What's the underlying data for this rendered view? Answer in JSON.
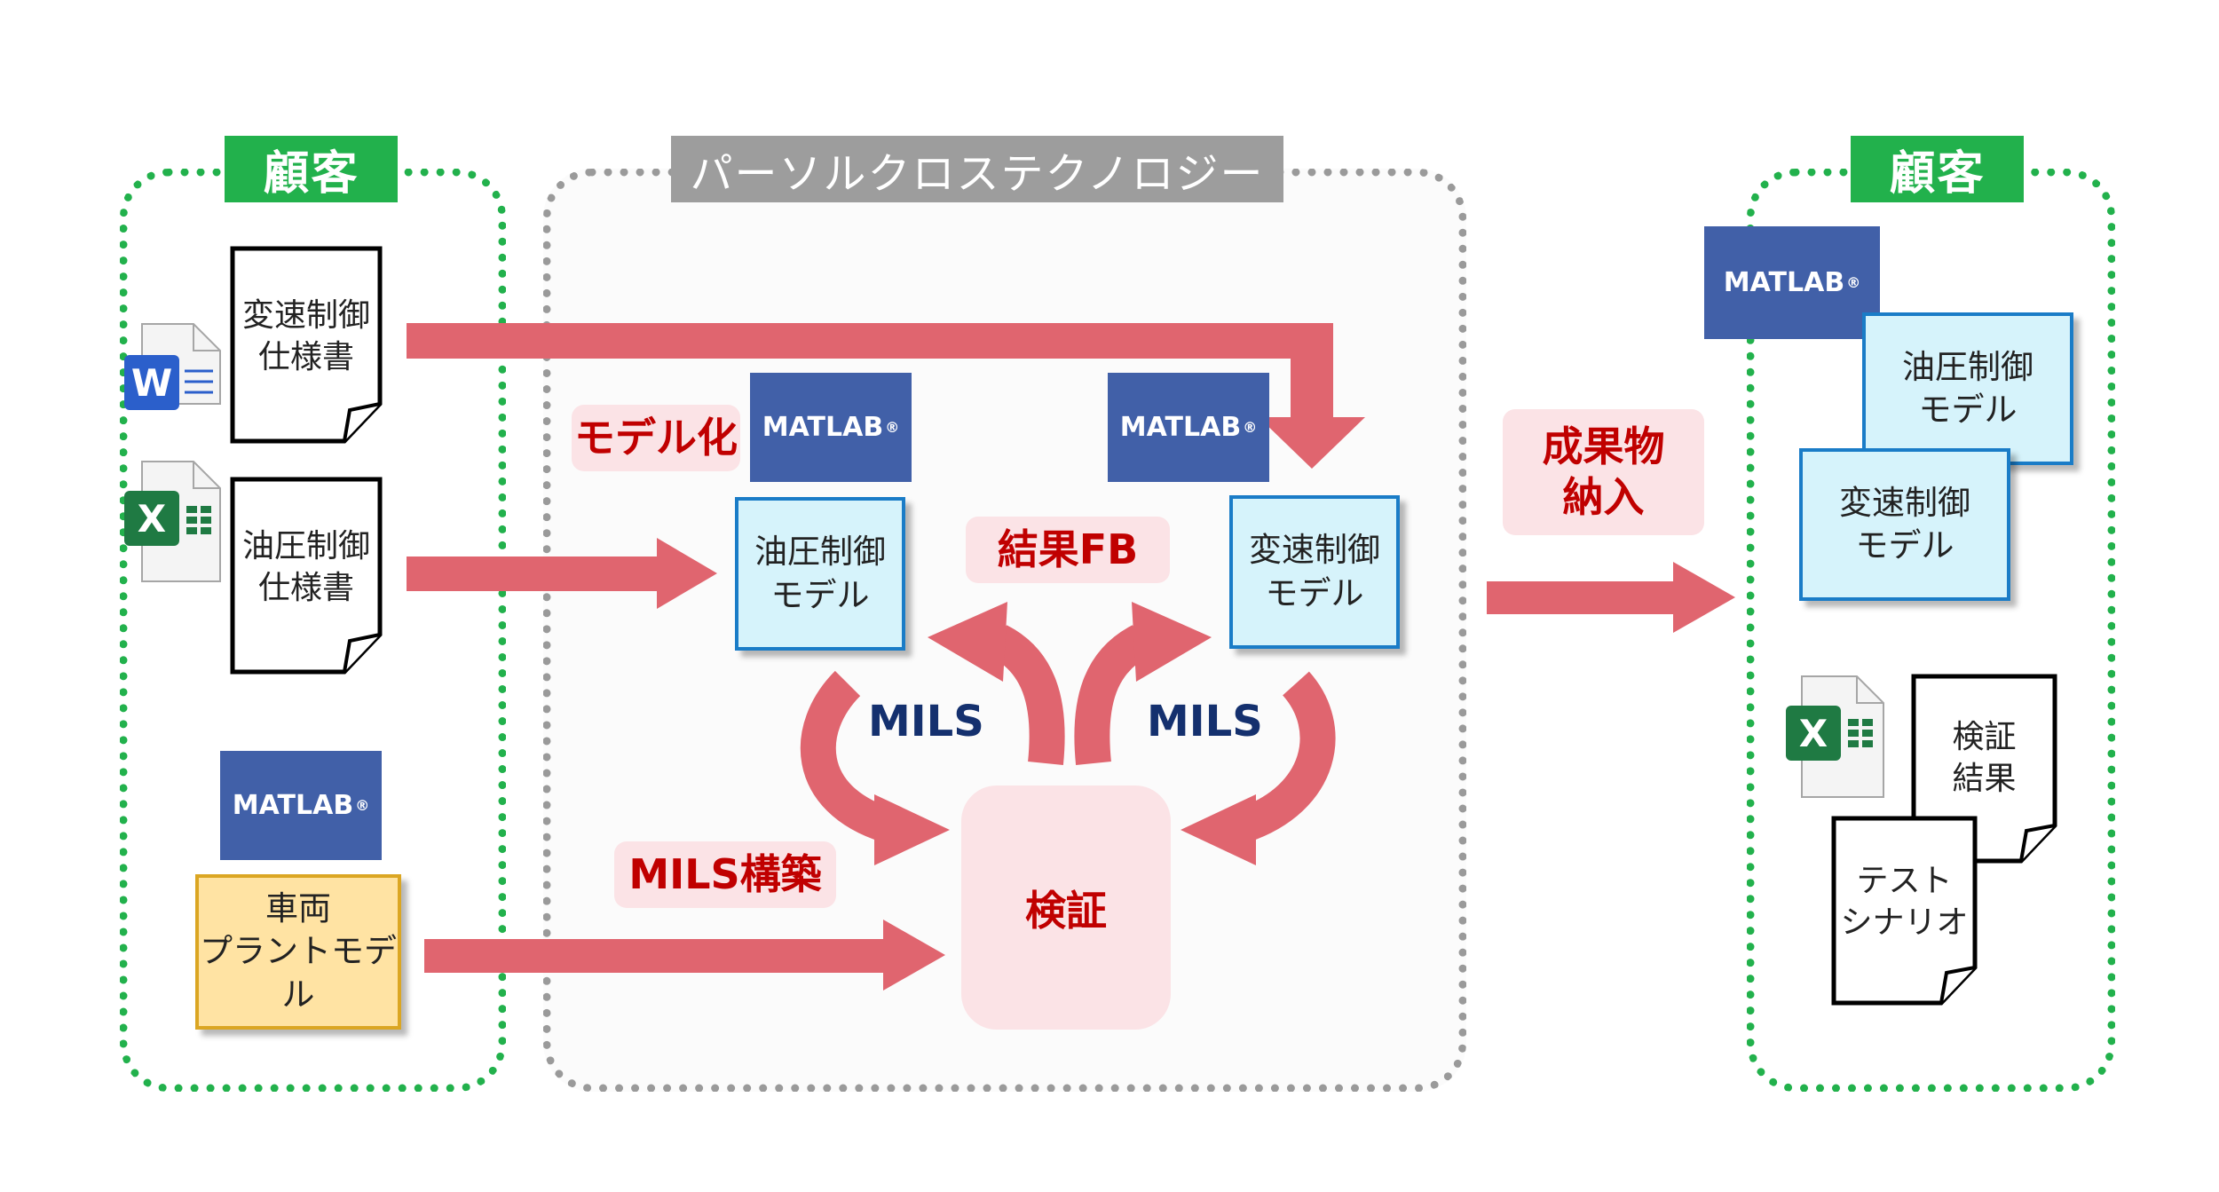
{
  "left_group": {
    "tag": "顧客",
    "doc1": {
      "line1": "変速制御",
      "line2": "仕様書"
    },
    "doc2": {
      "line1": "油圧制御",
      "line2": "仕様書"
    },
    "matlab": "MATLAB",
    "plant": {
      "line1": "車両",
      "line2": "プラントモデル"
    }
  },
  "center_group": {
    "tag": "パーソルクロステクノロジー",
    "modeling_label": "モデル化",
    "matlab1": "MATLAB",
    "matlab2": "MATLAB",
    "hydraulic_model": {
      "line1": "油圧制御",
      "line2": "モデル"
    },
    "shift_model": {
      "line1": "変速制御",
      "line2": "モデル"
    },
    "result_fb": "結果FB",
    "mils_left": "MILS",
    "mils_right": "MILS",
    "mils_build": "MILS構築",
    "verification": "検証"
  },
  "delivery_label": {
    "line1": "成果物",
    "line2": "納入"
  },
  "right_group": {
    "tag": "顧客",
    "matlab": "MATLAB",
    "hydraulic_model": {
      "line1": "油圧制御",
      "line2": "モデル"
    },
    "shift_model": {
      "line1": "変速制御",
      "line2": "モデル"
    },
    "result_doc": {
      "line1": "検証",
      "line2": "結果"
    },
    "scenario_doc": {
      "line1": "テスト",
      "line2": "シナリオ"
    }
  },
  "registered_mark": "®",
  "icons": {
    "word": "W",
    "excel": "X"
  },
  "colors": {
    "green": "#22b14c",
    "gray": "#9d9d9d",
    "arrow": "#e0656f",
    "matlab": "#4160a8",
    "red_text": "#c00000"
  }
}
